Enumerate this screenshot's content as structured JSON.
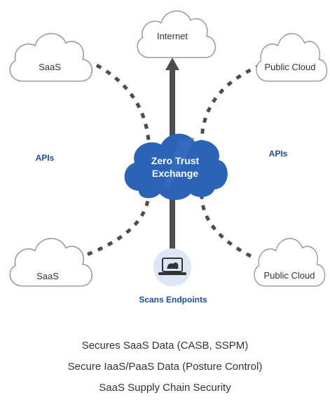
{
  "clouds": {
    "internet": "Internet",
    "saas_top": "SaaS",
    "public_cloud_top": "Public Cloud",
    "saas_bottom": "SaaS",
    "public_cloud_bottom": "Public Cloud"
  },
  "apis_left": "APIs",
  "apis_right": "APIs",
  "hub": {
    "line1": "Zero Trust",
    "line2": "Exchange"
  },
  "endpoint": {
    "label": "Scans Endpoints"
  },
  "features": [
    "Secures SaaS Data (CASB, SSPM)",
    "Secure IaaS/PaaS Data (Posture Control)",
    "SaaS Supply Chain Security"
  ],
  "colors": {
    "hub_blue": "#2b63b7",
    "label_blue": "#1f4b9a",
    "arrow_gray": "#4d4d4d",
    "cloud_outline": "#9a9a9a",
    "laptop_bg": "#dde6f4"
  }
}
